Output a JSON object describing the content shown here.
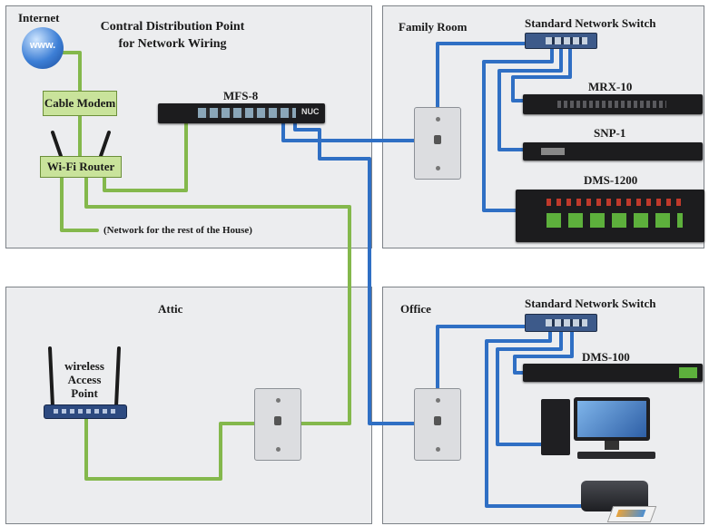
{
  "title": {
    "line1": "Contral Distribution Point",
    "line2": "for Network Wiring"
  },
  "rooms": {
    "family": "Family Room",
    "attic": "Attic",
    "office": "Office"
  },
  "labels": {
    "internet": "Internet",
    "globe": "www.",
    "cable_modem": "Cable Modem",
    "wifi_router": "Wi-Fi Router",
    "mfs8": "MFS-8",
    "mfs8_badge": "NUC",
    "rest_of_house": "(Network for the rest of the House)",
    "switch_family": "Standard Network Switch",
    "mrx10": "MRX-10",
    "snp1": "SNP-1",
    "dms1200": "DMS-1200",
    "wap_line1": "wireless",
    "wap_line2": "Access",
    "wap_line3": "Point",
    "switch_office": "Standard Network Switch",
    "dms100": "DMS-100"
  },
  "colors": {
    "panel_bg": "#ecedef",
    "panel_border": "#7d8288",
    "green_box": "#c9e39b",
    "green_cable": "#84b84c",
    "blue_cable": "#2f6fc4"
  },
  "icons": {
    "globe": "globe-icon",
    "wall_plate": "wall-plate-icon",
    "computer": "desktop-computer-icon",
    "printer": "printer-icon"
  }
}
